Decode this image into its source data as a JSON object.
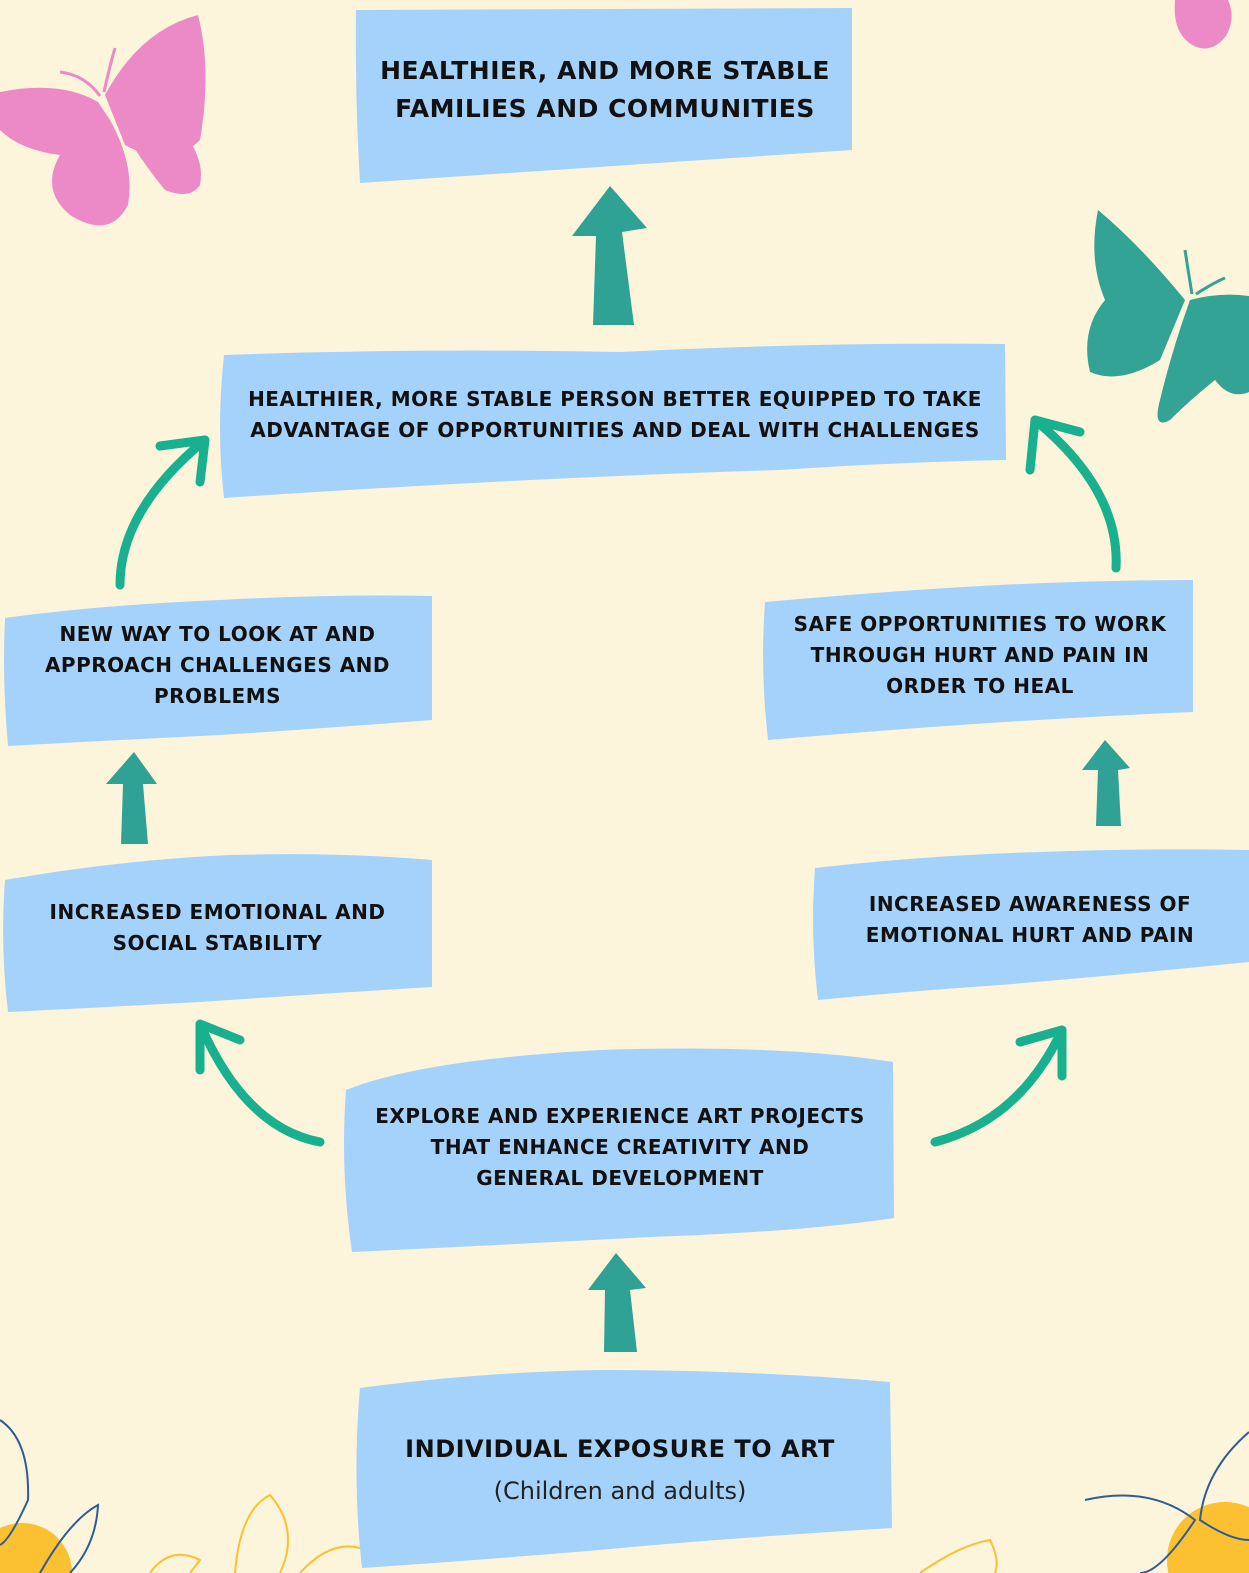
{
  "colors": {
    "background": "#fdf4dc",
    "box": "#a5d2fa",
    "arrow_teal": "#2fa195",
    "arrow_curve": "#19b08f",
    "butterfly_pink": "#ec8ac8",
    "butterfly_teal": "#33a395",
    "flower_yellow": "#fbc132",
    "leaf_blue": "#2c5d96"
  },
  "nodes": {
    "top": {
      "text": "Healthier, and more stable families and communities"
    },
    "person": {
      "text": "Healthier, more stable person better equipped to take advantage of opportunities and deal with challenges"
    },
    "new_way": {
      "text": "New way to look at and approach challenges and problems"
    },
    "safe": {
      "text": "Safe opportunities to work through hurt and pain in order to heal"
    },
    "emotional": {
      "text": "Increased emotional and social stability"
    },
    "awareness": {
      "text": "Increased awareness of emotional hurt and pain"
    },
    "explore": {
      "text": "Explore and experience art projects that enhance creativity and general development"
    },
    "exposure": {
      "text": "Individual exposure to art",
      "subtext": "(Children and adults)"
    }
  },
  "decorations": [
    "pink-butterfly",
    "teal-butterfly",
    "pink-blob",
    "blue-leaves",
    "yellow-flowers"
  ]
}
